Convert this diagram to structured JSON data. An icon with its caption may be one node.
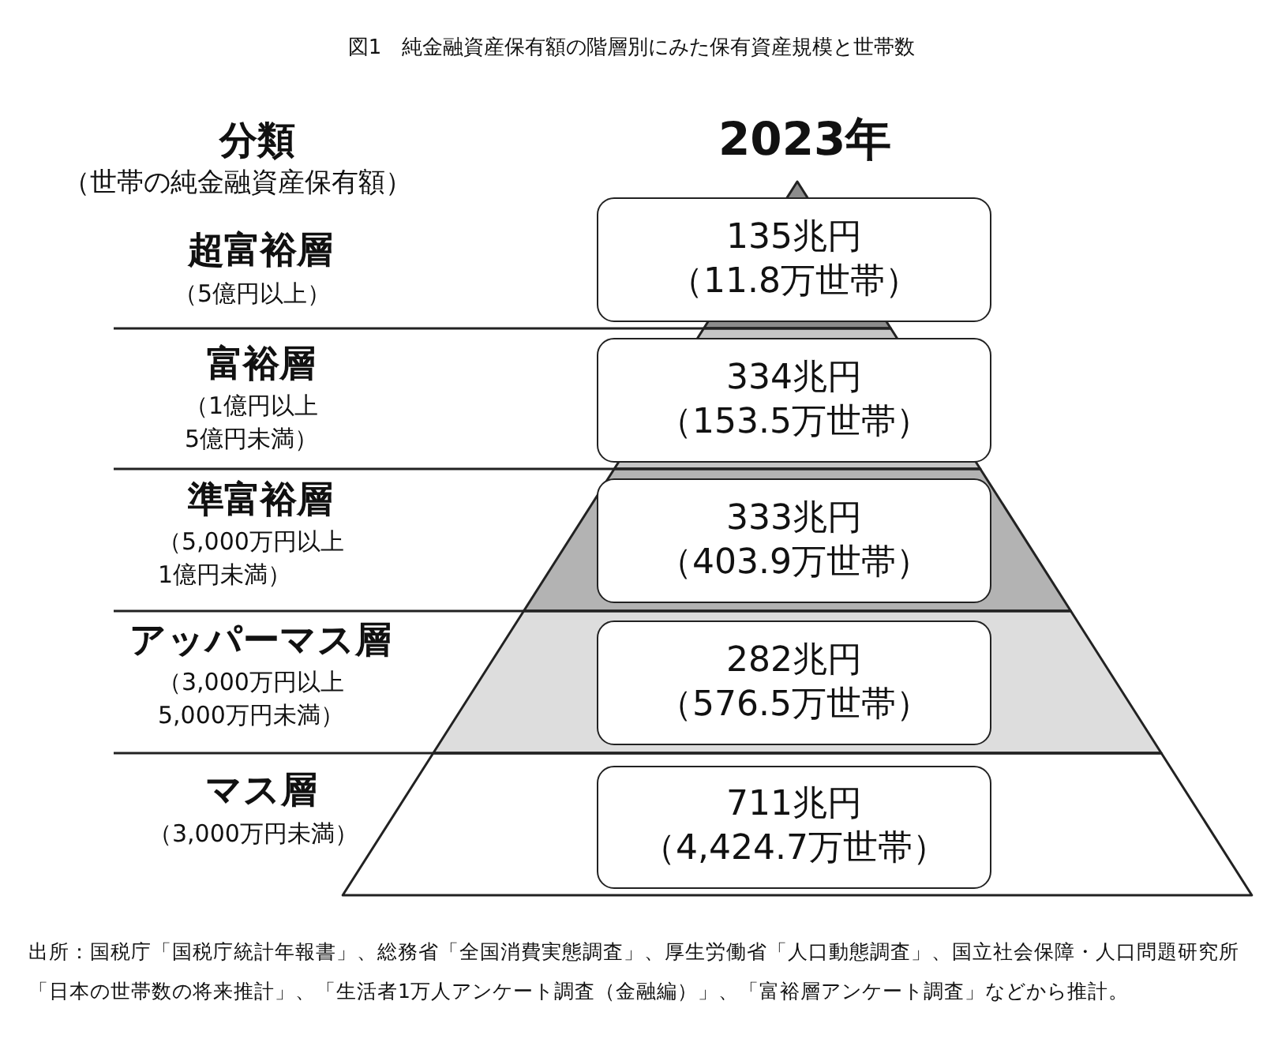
{
  "diagram": {
    "title": "図1　純金融資産保有額の階層別にみた保有資産規模と世帯数",
    "nodes": [
      {
        "text": [
          "135兆円",
          "（11.8万世帯）"
        ]
      },
      {
        "text": [
          "334兆円",
          "（153.5万世帯）"
        ]
      },
      {
        "text": [
          "333兆円",
          "（403.9万世帯）"
        ]
      },
      {
        "text": [
          "282兆円",
          "（576.5万世帯）"
        ]
      },
      {
        "text": [
          "711兆円",
          "（4,424.7万世帯）"
        ]
      }
    ],
    "labels": [
      "分類",
      "（世帯の純金融資産保有額）",
      "2023年",
      "超富裕層",
      "（5億円以上）",
      "富裕層",
      "（1億円以上5億円未満）",
      "準富裕層",
      "（5,000万円以上1億円未満）",
      "アッパーマス層",
      "（3,000万円以上5,000万円未満）",
      "マス層",
      "（3,000万円未満）"
    ],
    "caption": "出所：国税庁「国税庁統計年報書」、総務省「全国消費実態調査」、厚生労働省「人口動態調査」、国立社会保障・人口問題研究所「日本の世帯数の将来推計」、「生活者1万人アンケート調査（金融編）」、「富裕層アンケート調査」などから推計。"
  }
}
